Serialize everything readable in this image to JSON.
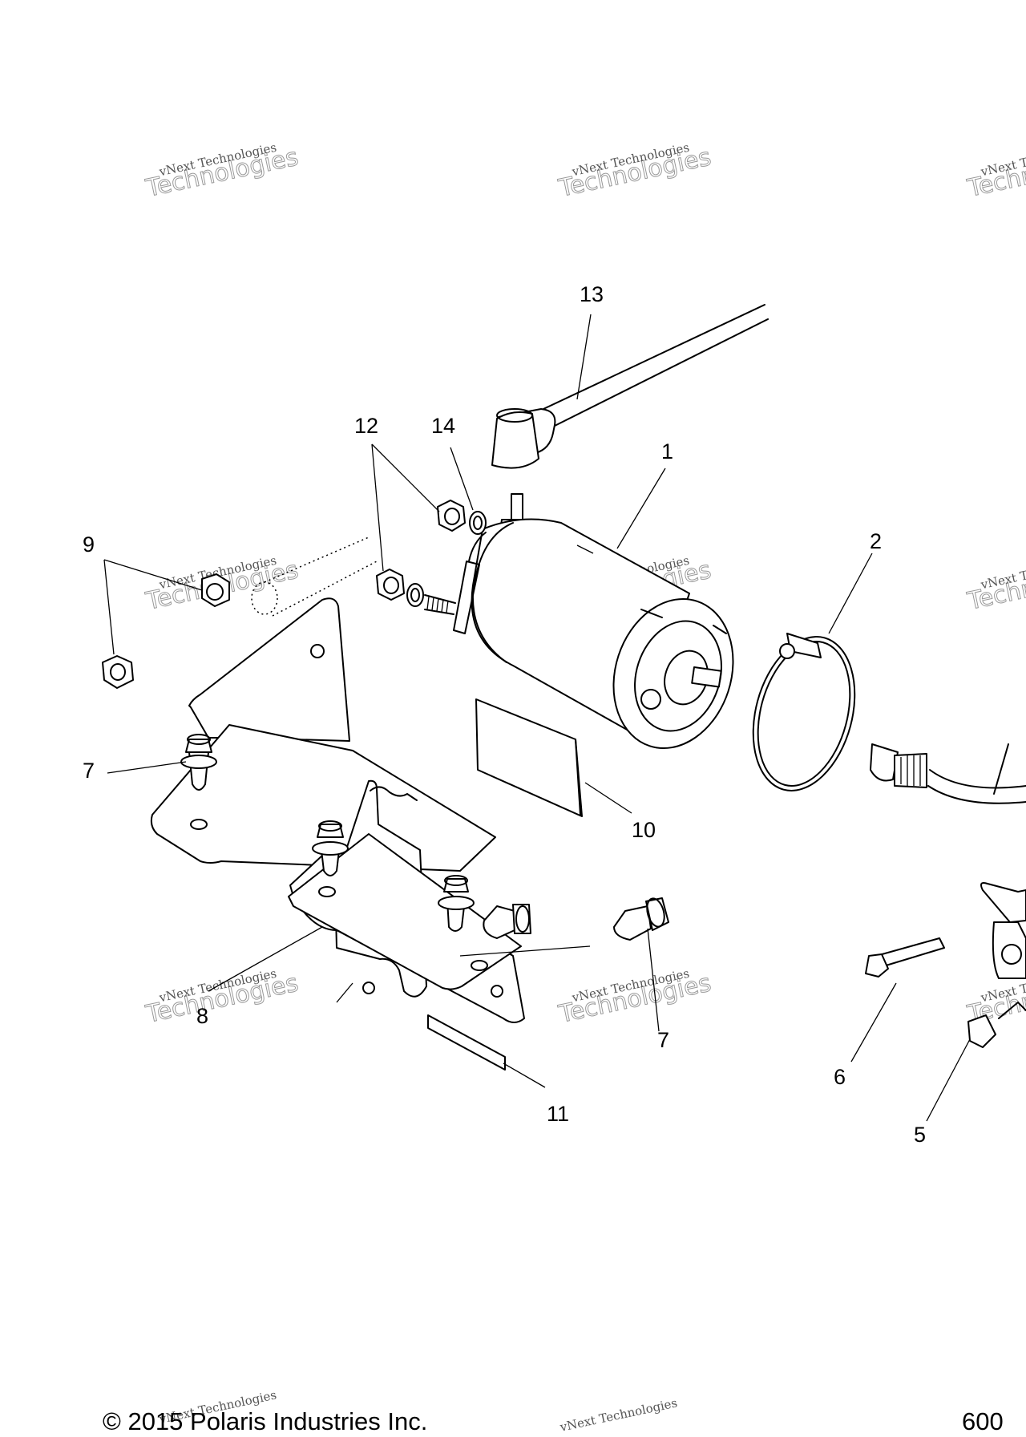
{
  "watermark": {
    "line1": "vNext Technologies",
    "line2": "Technologies"
  },
  "callouts": {
    "c1": "1",
    "c2": "2",
    "c5": "5",
    "c6": "6",
    "c7a": "7",
    "c7b": "7",
    "c8": "8",
    "c9": "9",
    "c10": "10",
    "c11": "11",
    "c12": "12",
    "c13": "13",
    "c14": "14"
  },
  "footer": {
    "copyright": "© 2015 Polaris Industries Inc.",
    "page_number": "600"
  }
}
